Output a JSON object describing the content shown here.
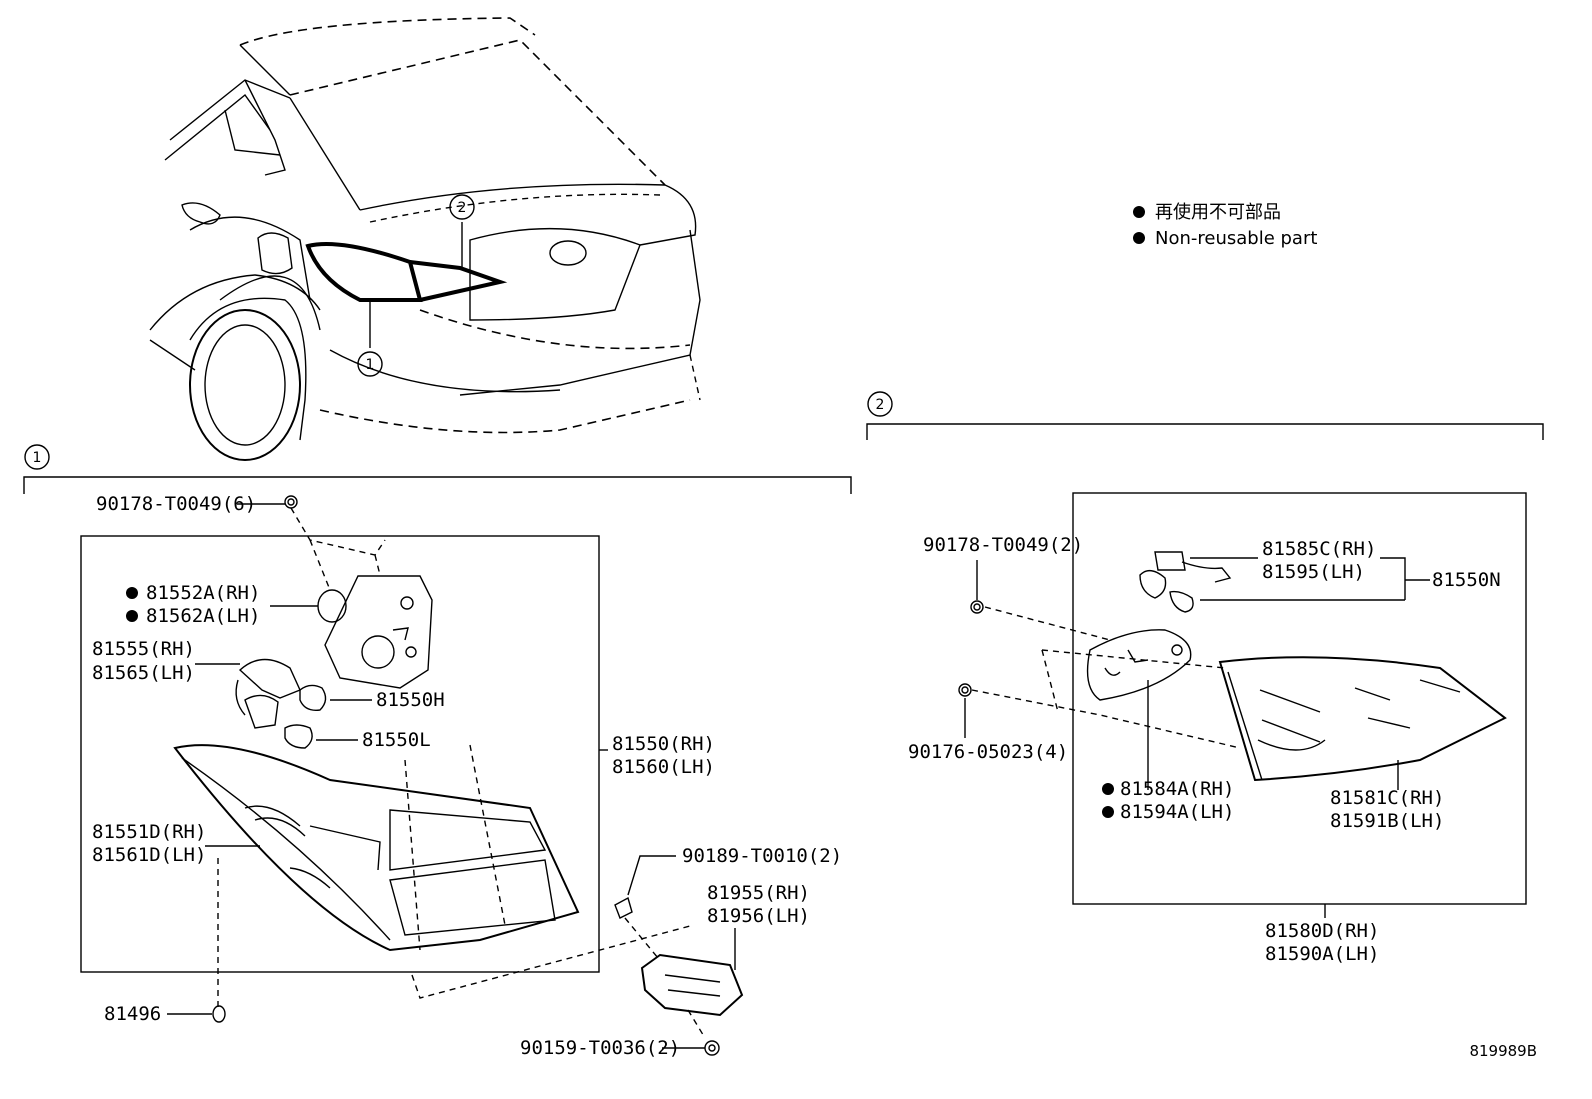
{
  "legend": {
    "line1": "再使用不可部品",
    "line2": "Non-reusable part"
  },
  "callouts": {
    "one": "1",
    "two": "2"
  },
  "section1": {
    "p_90178_6": "90178-T0049(6)",
    "p_81552A": "81552A(RH)",
    "p_81562A": "81562A(LH)",
    "p_81555": "81555(RH)",
    "p_81565": "81565(LH)",
    "p_81550H": "81550H",
    "p_81550L": "81550L",
    "p_81550": "81550(RH)",
    "p_81560": "81560(LH)",
    "p_81551D": "81551D(RH)",
    "p_81561D": "81561D(LH)",
    "p_90189": "90189-T0010(2)",
    "p_81955": "81955(RH)",
    "p_81956": "81956(LH)",
    "p_81496": "81496",
    "p_90159": "90159-T0036(2)"
  },
  "section2": {
    "p_90178_2": "90178-T0049(2)",
    "p_81585C": "81585C(RH)",
    "p_81595": "81595(LH)",
    "p_81550N": "81550N",
    "p_90176": "90176-05023(4)",
    "p_81584A": "81584A(RH)",
    "p_81594A": "81594A(LH)",
    "p_81581C": "81581C(RH)",
    "p_81591B": "81591B(LH)",
    "p_81580D": "81580D(RH)",
    "p_81590A": "81590A(LH)"
  },
  "figure_id": "819989B"
}
